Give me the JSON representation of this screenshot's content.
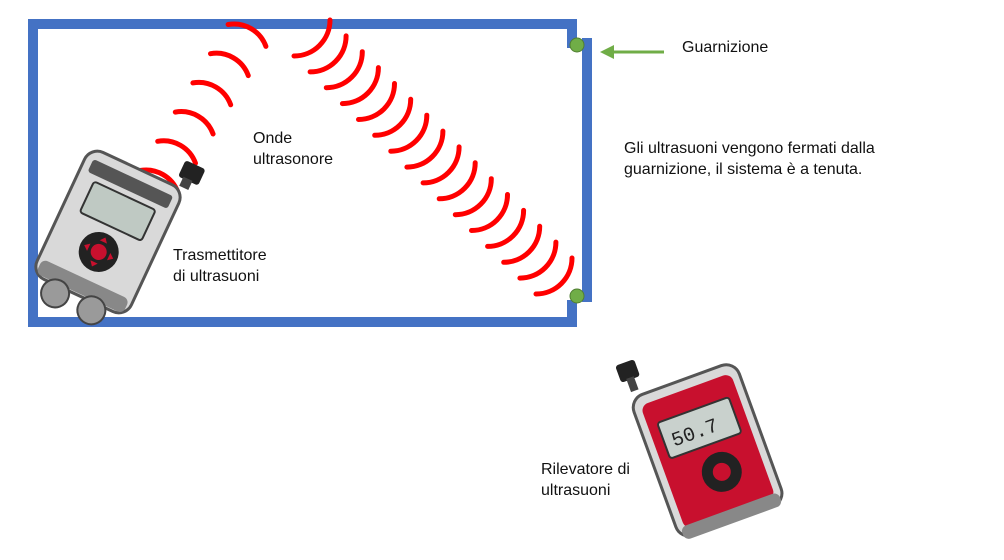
{
  "labels": {
    "waves": [
      "Onde",
      "ultrasonore"
    ],
    "transmitter": [
      "Trasmettitore",
      "di ultrasuoni"
    ],
    "gasket": "Guarnizione",
    "explanation": [
      "Gli ultrasuoni vengono fermati dalla",
      "guarnizione, il sistema è a tenuta."
    ],
    "detector": [
      "Rilevatore di",
      "ultrasuoni"
    ]
  },
  "devices": {
    "detector_display_value": "50.7"
  },
  "icons": {
    "waves": "ultrasonic-wave-arc-icon",
    "seal": "gasket-dot-icon",
    "arrow": "left-arrow-icon"
  },
  "colors": {
    "frame": "#4472c4",
    "waves": "#ff0000",
    "gasket": "#70ad47",
    "arrow": "#70ad47",
    "detector_body": "#c8102e"
  }
}
